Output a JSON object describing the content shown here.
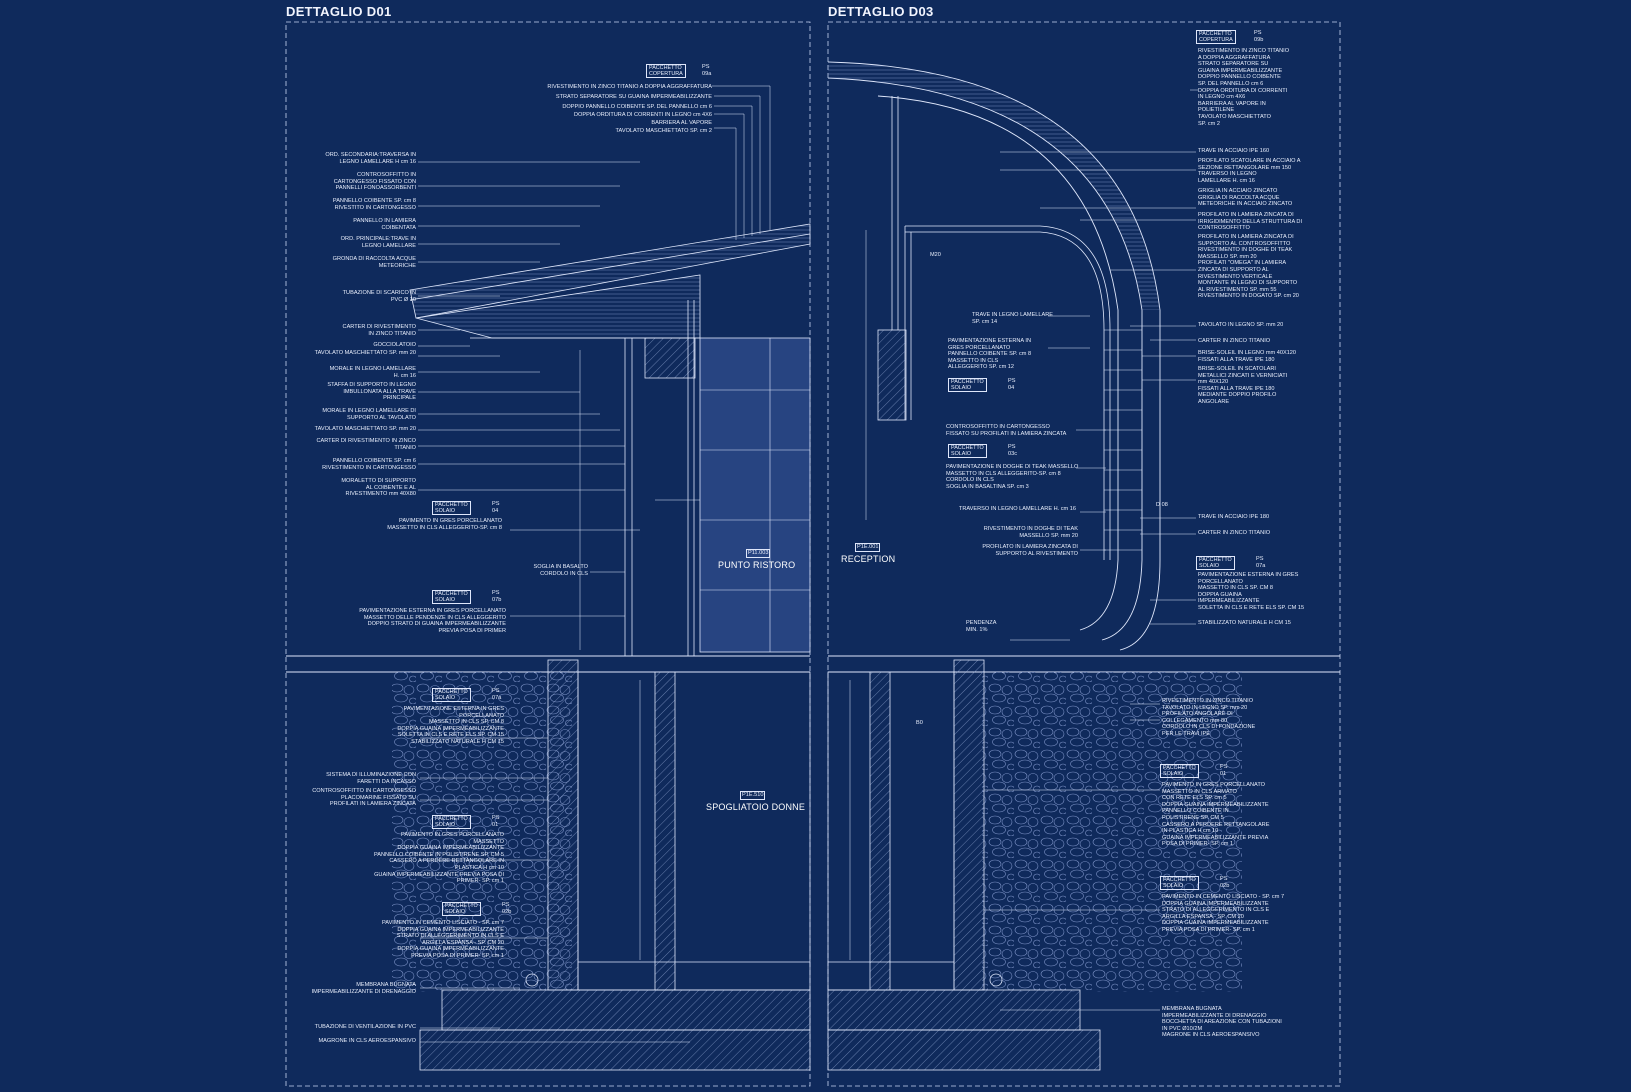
{
  "titles": {
    "left": "DETTAGLIO D01",
    "right": "DETTAGLIO D03"
  },
  "colors": {
    "background": "#0f2a5c",
    "line": "#dfe7fb"
  },
  "rooms": {
    "punto_ristoro": "PUNTO RISTORO",
    "reception": "RECEPTION",
    "spogliatoio": "SPOGLIATOIO DONNE"
  },
  "tags": {
    "copertura_09a": {
      "l1": "PACCHETTO",
      "l2": "COPERTURA",
      "c1": "PS",
      "c2": "09a"
    },
    "copertura_09b": {
      "l1": "PACCHETTO",
      "l2": "COPERTURA",
      "c1": "PS",
      "c2": "09b"
    },
    "solaio_04_left": {
      "l1": "PACCHETTO",
      "l2": "SOLAIO",
      "c1": "PS",
      "c2": "04"
    },
    "solaio_07b": {
      "l1": "PACCHETTO",
      "l2": "SOLAIO",
      "c1": "PS",
      "c2": "07b"
    },
    "solaio_07a_left": {
      "l1": "PACCHETTO",
      "l2": "SOLAIO",
      "c1": "PS",
      "c2": "07a"
    },
    "solaio_01_left": {
      "l1": "PACCHETTO",
      "l2": "SOLAIO",
      "c1": "PS",
      "c2": "01"
    },
    "solaio_02b_left": {
      "l1": "PACCHETTO",
      "l2": "SOLAIO",
      "c1": "PS",
      "c2": "02b"
    },
    "solaio_04_right": {
      "l1": "PACCHETTO",
      "l2": "SOLAIO",
      "c1": "PS",
      "c2": "04"
    },
    "solaio_03c": {
      "l1": "PACCHETTO",
      "l2": "SOLAIO",
      "c1": "PS",
      "c2": "03c"
    },
    "solaio_07a_right": {
      "l1": "PACCHETTO",
      "l2": "SOLAIO",
      "c1": "PS",
      "c2": "07a"
    },
    "solaio_01_right": {
      "l1": "PACCHETTO",
      "l2": "SOLAIO",
      "c1": "PS",
      "c2": "01"
    },
    "solaio_02b_right": {
      "l1": "PACCHETTO",
      "l2": "SOLAIO",
      "c1": "PS",
      "c2": "02b"
    }
  },
  "notes_left_top": [
    "RIVESTIMENTO IN ZINCO TITANIO A DOPPIA AGGRAFFATURA",
    "STRATO SEPARATORE SU GUAINA IMPERMEABILIZZANTE",
    "DOPPIO PANNELLO COIBENTE SP. DEL PANNELLO cm 6",
    "DOPPIA ORDITURA DI CORRENTI IN LEGNO cm 4X6",
    "BARRIERA AL VAPORE",
    "TAVOLATO MASCHIETTATO SP. cm 2"
  ],
  "notes_left": [
    "ORD. SECONDARIA:TRAVERSA IN\nLEGNO LAMELLARE H cm 16",
    "CONTROSOFFITTO IN\nCARTONGESSO  FISSATO CON\nPANNELLI FONOASSORBENTI",
    "PANNELLO COIBENTE SP. cm 8\nRIVESTITO IN CARTONGESSO",
    "PANNELLO IN LAMIERA\nCOIBENTATA",
    "ORD. PRINCIPALE:TRAVE IN\nLEGNO LAMELLARE",
    "GRONDA DI RACCOLTA ACQUE\nMETEORICHE",
    "TUBAZIONE DI SCARICO IN\nPVC Ø 10",
    "CARTER DI RIVESTIMENTO\nIN ZINCO TITANIO",
    "GOCCIOLATOIO",
    "TAVOLATO MASCHIETTATO SP. mm 20",
    "MORALE IN LEGNO LAMELLARE\nH. cm 16",
    "STAFFA DI SUPPORTO IN LEGNO\nIMBULLONATA ALLA TRAVE\nPRINCIPALE",
    "MORALE IN LEGNO LAMELLARE DI\nSUPPORTO AL TAVOLATO",
    "TAVOLATO MASCHIETTATO SP. mm 20",
    "CARTER DI RIVESTIMENTO IN ZINCO\nTITANIO",
    "PANNELLO COIBENTE SP. cm 6\nRIVESTIMENTO IN CARTONGESSO",
    "MORALETTO DI SUPPORTO\nAL COIBENTE E AL\nRIVESTIMENTO mm 40X80"
  ],
  "notes_left_mid": [
    "PAVIMENTO IN GRES PORCELLANATO\nMASSETTO IN CLS ALLEGGERITO-SP. cm 8",
    "SOGLIA IN BASALTO\nCORDOLO IN CLS",
    "PAVIMENTAZIONE ESTERNA IN GRES PORCELLANATO\nMASSETTO DELLE PENDENZE  IN CLS ALLEGGERITO\nDOPPIO STRATO DI GUAINA  IMPERMEABILIZZANTE\nPREVIA POSA DI PRIMER"
  ],
  "notes_left_bottom": [
    "PAVIMENTAZIONE ESTERNA IN GRES\nPORCELLANATO\nMASSETTO IN CLS SP. CM 8\nDOPPIA GUAINA IMPERMEABILIZZANTE\nSOLETTA IN CLS E RETE ELS SP. CM 15\nSTABILIZZATO NATURALE H CM 15",
    "SISTEMA DI ILLUMINAZIONE CON\nFARETTI DA INCASSO",
    "CONTROSOFFITTO IN CARTONGESSO\nPLACOMARINE FISSATO SU\nPROFILATI IN LAMIERA ZINCATA",
    "PAVIMENTO IN GRES PORCELLANATO\nMASSETTO\nDOPPIA GUAINA IMPERMEABILIZZANTE\nPANNELLO COIBENTE IN POLISTIRENE SP. CM 5\nCASSERO A PERDERE RETTANGOLARE IN\nPLASTICA H cm 10\nGUAINA IMPERMEABILIZZANTE PREVIA POSA DI\nPRIMER- SP. cm 1",
    "PAVIMENTO IN CEMENTO LISCIATO - SP. cm 7\nDOPPIA GUAINA IMPERMEABILIZZANTE\nSTRATO DI ALLEGGERIMENTO IN CLS E\nARGILLA ESPANSA - SP. CM 20\nDOPPIA GUAINA IMPERMEABILIZZANTE\nPREVIA POSA DI PRIMER- SP. cm 1",
    "MEMBRANA BUGNATA\nIMPERMEABILIZZANTE DI DRENAGGIO",
    "TUBAZIONE DI VENTILAZIONE IN PVC",
    "MAGRONE IN CLS AEROESPANSIVO"
  ],
  "notes_right_top": [
    "RIVESTIMENTO IN ZINCO TITANIO\nA DOPPIA AGGRAFFATURA\nSTRATO SEPARATORE SU\nGUAINA IMPERMEABILIZZANTE\nDOPPIO PANNELLO COIBENTE\nSP. DEL PANNELLO cm 6\nDOPPIA ORDITURA DI CORRENTI\nIN LEGNO cm 4X6\nBARRIERA AL VAPORE IN\nPOLIETILENE\nTAVOLATO MASCHIETTATO\nSP. cm 2",
    "TRAVE IN ACCIAIO IPE 160",
    "PROFILATO SCATOLARE IN ACCIAIO A\nSEZIONE RETTANGOLARE mm 150\nTRAVERSO IN LEGNO\nLAMELLARE H. cm 16",
    "GRIGLIA IN ACCIAIO ZINCATO\nGRIGLIA DI RACCOLTA ACQUE\nMETEORICHE IN ACCIAIO ZINCATO",
    "PROFILATO IN LAMIERA ZINCATA DI\nIRRIGIDIMENTO DELLA STRUTTURA DI\nCONTROSOFFITTO",
    "PROFILATO IN LAMIERA ZINCATA DI\nSUPPORTO AL CONTROSOFFITTO\nRIVESTIMENTO IN DOGHE DI TEAK\nMASSELLO SP. mm 20\nPROFILATI \"OMEGA\" IN LAMIERA\nZINCATA DI SUPPORTO AL\nRIVESTIMENTO VERTICALE\nMONTANTE IN LEGNO DI SUPPORTO\nAL RIVESTIMENTO SP. mm 55\nRIVESTIMENTO IN DOGATO SP. cm 20",
    "TAVOLATO IN LEGNO SP. mm 20",
    "CARTER IN ZINCO TITANIO",
    "BRISE-SOLEIL IN LEGNO mm 40X120\nFISSATI ALLA TRAVE IPE 180",
    "BRISE-SOLEIL IN SCATOLARI\nMETALLICI ZINCATI E VERNICIATI\nmm 40X120\nFISSATI ALLA TRAVE IPE 180\nMEDIANTE DOPPIO PROFILO\nANGOLARE",
    "TRAVE IN ACCIAIO IPE 180",
    "CARTER IN ZINCO TITANIO",
    "PAVIMENTAZIONE ESTERNA IN GRES\nPORCELLANATO\nMASSETTO IN CLS SP. CM 8\nDOPPIA GUAINA\nIMPERMEABILIZZANTE\nSOLETTA IN CLS E RETE ELS SP. CM 15",
    "STABILIZZATO NATURALE H CM 15"
  ],
  "notes_right_center": [
    "TRAVE IN LEGNO LAMELLARE\nSP. cm 14",
    "PAVIMENTAZIONE ESTERNA IN\nGRES PORCELLANATO\nPANNELLO COIBENTE SP. cm 8\nMASSETTO IN CLS\nALLEGGERITO SP. cm 12",
    "CONTROSOFFITTO IN CARTONGESSO\nFISSATO SU PROFILATI IN LAMIERA ZINCATA",
    "PAVIMENTAZIONE IN DOGHE DI TEAK MASSELLO\nMASSETTO IN CLS ALLEGGERITO-SP. cm 8\nCORDOLO IN CLS\nSOGLIA IN BASALTINA SP. cm 3",
    "TRAVERSO IN LEGNO LAMELLARE H. cm 16",
    "RIVESTIMENTO IN DOGHE DI TEAK\nMASSELLO SP. mm 20",
    "PROFILATO IN LAMIERA ZINCATA DI\nSUPPORTO AL RIVESTIMENTO",
    "PENDENZA\nMIN. 1%"
  ],
  "notes_right_bottom": [
    "RIVESTIMENTO IN ZINCO TITANIO\nTAVOLATO IN LEGNO SP. mm 20\nPROFILATO ANGOLARE DI\nCOLLEGAMENTO mm 80\nCORDOLO IN CLS DI FONDAZIONE\nPER LE TRAVI IPE",
    "PAVIMENTO IN GRES PORCELLANATO\nMASSETTO IN CLS ARMATO\nCON RETE ELS SP. cm 5\nDOPPIA GUAINA IMPERMEABILIZZANTE\nPANNELLO COIBENTE IN\nPOLISTIRENE SP. CM 5\nCASSERO A PERDERE RETTANGOLARE\nIN PLASTICA H cm 10\nGUAINA IMPERMEABILIZZANTE PREVIA\nPOSA DI PRIMER- SP. cm 1",
    "PAVIMENTO IN CEMENTO LISCIATO - SP. cm 7\nDOPPIA GUAINA IMPERMEABILIZZANTE\nSTRATO DI ALLEGGERIMENTO IN CLS E\nARGILLA ESPANSA - SP. CM 20\nDOPPIA GUAINA IMPERMEABILIZZANTE\nPREVIA POSA DI PRIMER- SP. cm 1",
    "MEMBRANA BUGNATA\nIMPERMEABILIZZANTE DI DRENAGGIO\nBOCCHETTA DI AREAZIONE CON TUBAZIONI\nIN PVC Ø10/2M\nMAGRONE IN CLS AEROESPANSIVO"
  ],
  "small_marks": {
    "room_code_left": "P11.003",
    "room_code_right": "P1E.001",
    "room_code_bottom": "P1E.510",
    "mark_m20": "M20",
    "mark_b0": "B0",
    "mark_d08": "D 08"
  }
}
